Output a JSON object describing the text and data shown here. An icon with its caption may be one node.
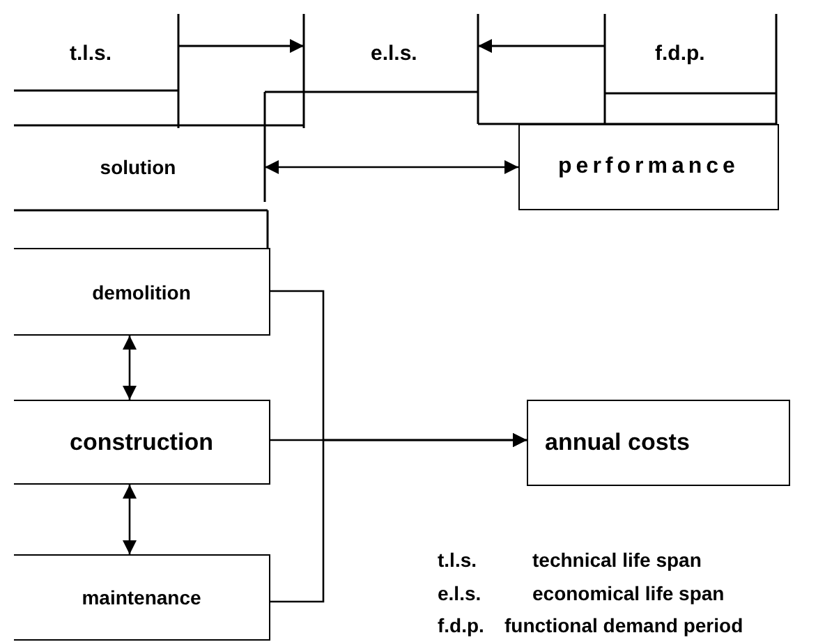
{
  "diagram": {
    "nodes": [
      {
        "text": [
          "solution"
        ]
      },
      {
        "text": [
          "performance"
        ]
      },
      {
        "text": [
          "demolition"
        ]
      },
      {
        "text": [
          "construction"
        ]
      },
      {
        "text": [
          "maintenance"
        ]
      },
      {
        "text": [
          "annual costs"
        ]
      }
    ],
    "edges": [
      {
        "from": 0,
        "to": 1,
        "arrow": "both"
      },
      {
        "from": 2,
        "to": 3,
        "arrow": "both"
      },
      {
        "from": 3,
        "to": 4,
        "arrow": "both"
      },
      {
        "from": 2,
        "to": 5,
        "arrow": "to"
      },
      {
        "from": 3,
        "to": 5,
        "arrow": "to"
      },
      {
        "from": 4,
        "to": 5,
        "arrow": "to"
      }
    ],
    "labels": [
      "t.l.s.",
      "e.l.s.",
      "f.d.p.",
      "t.l.s.",
      "technical life span",
      "e.l.s.",
      "economical life span",
      "f.d.p.",
      "functional demand period"
    ]
  }
}
